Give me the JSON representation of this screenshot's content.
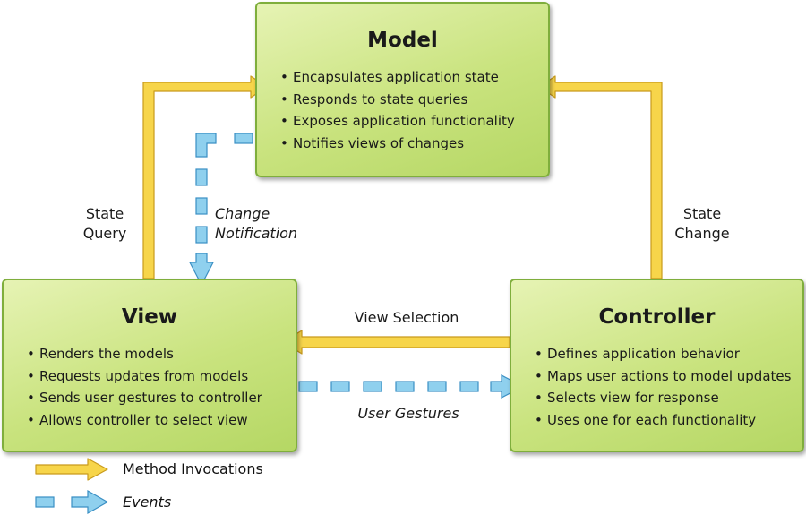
{
  "colors": {
    "method_arrow_fill": "#f7d54a",
    "method_arrow_stroke": "#c99b1c",
    "event_arrow_fill": "#8fd0ee",
    "event_arrow_stroke": "#3a8fc4",
    "box_fill": "#c9e37e",
    "box_border": "#7fae3c"
  },
  "model": {
    "title": "Model",
    "items": [
      "Encapsulates application state",
      "Responds to state queries",
      "Exposes application functionality",
      "Notifies views of changes"
    ]
  },
  "view": {
    "title": "View",
    "items": [
      "Renders the models",
      "Requests updates from models",
      "Sends user gestures to controller",
      "Allows controller to select view"
    ]
  },
  "controller": {
    "title": "Controller",
    "items": [
      "Defines application behavior",
      "Maps user actions to model updates",
      "Selects view for response",
      "Uses one for each functionality"
    ]
  },
  "labels": {
    "state_query_line1": "State",
    "state_query_line2": "Query",
    "state_change_line1": "State",
    "state_change_line2": "Change",
    "change_notification_line1": "Change",
    "change_notification_line2": "Notification",
    "view_selection": "View Selection",
    "user_gestures": "User Gestures"
  },
  "legend": {
    "method": "Method Invocations",
    "events": "Events"
  }
}
